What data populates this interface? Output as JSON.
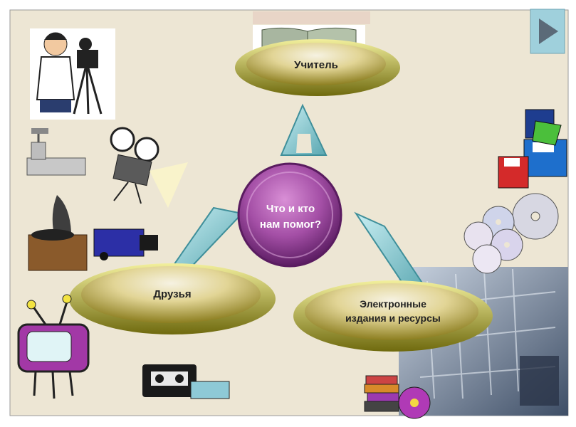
{
  "slide": {
    "center_line1": "Что и кто",
    "center_line2": "нам помог?",
    "teacher": "Учитель",
    "friends": "Друзья",
    "resources_line1": "Электронные",
    "resources_line2": "издания и ресурсы"
  },
  "navigation": {
    "next_icon": "play-arrow-icon"
  },
  "colors": {
    "background": "#ede6d4",
    "ellipse": "#c9b84a",
    "ellipse_rim": "#7d7610",
    "center_circle": "#a04aa8",
    "connector": "#7fc4cc",
    "next_button": "#9fd0dc"
  }
}
